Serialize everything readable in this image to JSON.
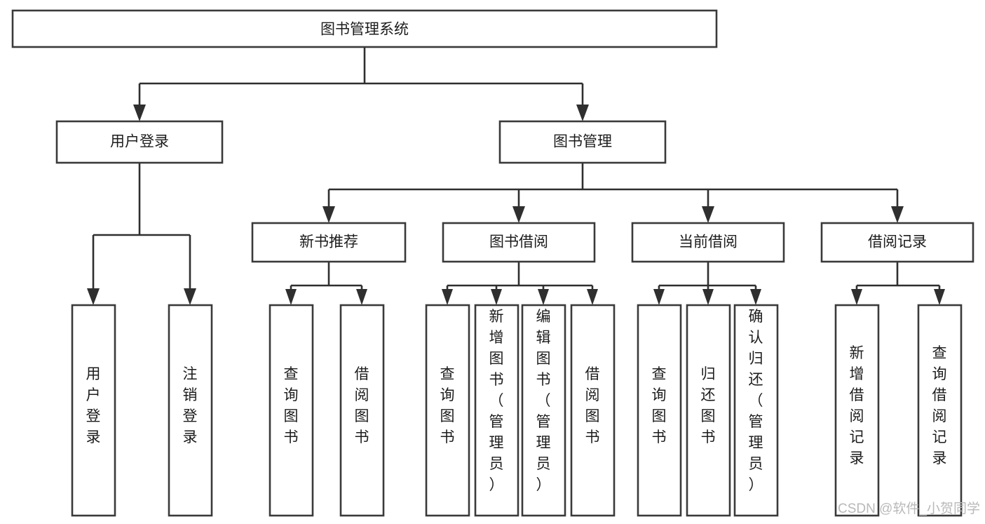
{
  "diagram": {
    "title": "图书管理系统",
    "type": "tree-hierarchy-flowchart",
    "orientation": "top-down",
    "colors": {
      "box_stroke": "#3a3a3a",
      "box_fill": "#ffffff",
      "connector": "#2f2f2f",
      "text": "#1c1c1c",
      "watermark": "#b9b9b9",
      "background": "#ffffff"
    },
    "levels": {
      "level1": [
        "图书管理系统"
      ],
      "level2": [
        "用户登录",
        "图书管理"
      ],
      "level3": [
        "新书推荐",
        "图书借阅",
        "当前借阅",
        "借阅记录"
      ],
      "level4": [
        "用户登录",
        "注销登录",
        "查询图书",
        "借阅图书",
        "查询图书",
        "新增图书（管理员）",
        "编辑图书（管理员）",
        "借阅图书",
        "查询图书",
        "归还图书",
        "确认归还（管理员）",
        "新增借阅记录",
        "查询借阅记录"
      ]
    }
  },
  "root": {
    "label": "图书管理系统"
  },
  "level2": {
    "user_login": {
      "label": "用户登录"
    },
    "book_manage": {
      "label": "图书管理"
    }
  },
  "level3": {
    "new_book_rec": {
      "label": "新书推荐"
    },
    "book_borrow": {
      "label": "图书借阅"
    },
    "current_borrow": {
      "label": "当前借阅"
    },
    "borrow_record": {
      "label": "借阅记录"
    }
  },
  "leaves": {
    "user_login_1": {
      "label": "用户登录"
    },
    "user_logout": {
      "label": "注销登录"
    },
    "rec_query_book": {
      "label": "查询图书"
    },
    "rec_borrow_book": {
      "label": "借阅图书"
    },
    "borrow_query_book": {
      "label": "查询图书"
    },
    "borrow_add_book": {
      "label": "新增图书（管理员）"
    },
    "borrow_edit_book": {
      "label": "编辑图书（管理员）"
    },
    "borrow_borrow_book": {
      "label": "借阅图书"
    },
    "cur_query_book": {
      "label": "查询图书"
    },
    "cur_return_book": {
      "label": "归还图书"
    },
    "cur_confirm_return": {
      "label": "确认归还（管理员）"
    },
    "record_add": {
      "label": "新增借阅记录"
    },
    "record_query": {
      "label": "查询借阅记录"
    }
  },
  "watermark": {
    "text": "CSDN @软件_小贺同学"
  }
}
